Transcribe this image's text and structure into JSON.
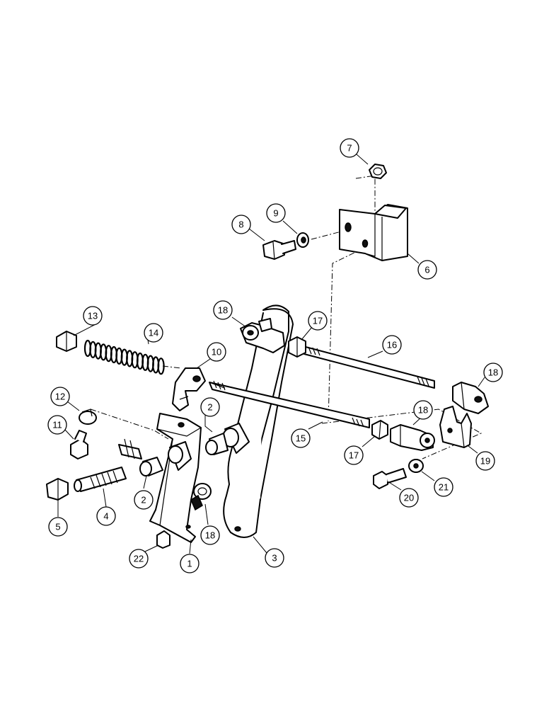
{
  "callouts": [
    {
      "id": "c1",
      "label": "1"
    },
    {
      "id": "c2a",
      "label": "2"
    },
    {
      "id": "c2b",
      "label": "2"
    },
    {
      "id": "c3",
      "label": "3"
    },
    {
      "id": "c4",
      "label": "4"
    },
    {
      "id": "c5",
      "label": "5"
    },
    {
      "id": "c6",
      "label": "6"
    },
    {
      "id": "c7",
      "label": "7"
    },
    {
      "id": "c8",
      "label": "8"
    },
    {
      "id": "c9",
      "label": "9"
    },
    {
      "id": "c10",
      "label": "10"
    },
    {
      "id": "c11",
      "label": "11"
    },
    {
      "id": "c12",
      "label": "12"
    },
    {
      "id": "c13",
      "label": "13"
    },
    {
      "id": "c14",
      "label": "14"
    },
    {
      "id": "c15",
      "label": "15"
    },
    {
      "id": "c16",
      "label": "16"
    },
    {
      "id": "c17a",
      "label": "17"
    },
    {
      "id": "c17b",
      "label": "17"
    },
    {
      "id": "c18a",
      "label": "18"
    },
    {
      "id": "c18b",
      "label": "18"
    },
    {
      "id": "c18c",
      "label": "18"
    },
    {
      "id": "c18d",
      "label": "18"
    },
    {
      "id": "c19",
      "label": "19"
    },
    {
      "id": "c20",
      "label": "20"
    },
    {
      "id": "c21",
      "label": "21"
    },
    {
      "id": "c22",
      "label": "22"
    }
  ]
}
